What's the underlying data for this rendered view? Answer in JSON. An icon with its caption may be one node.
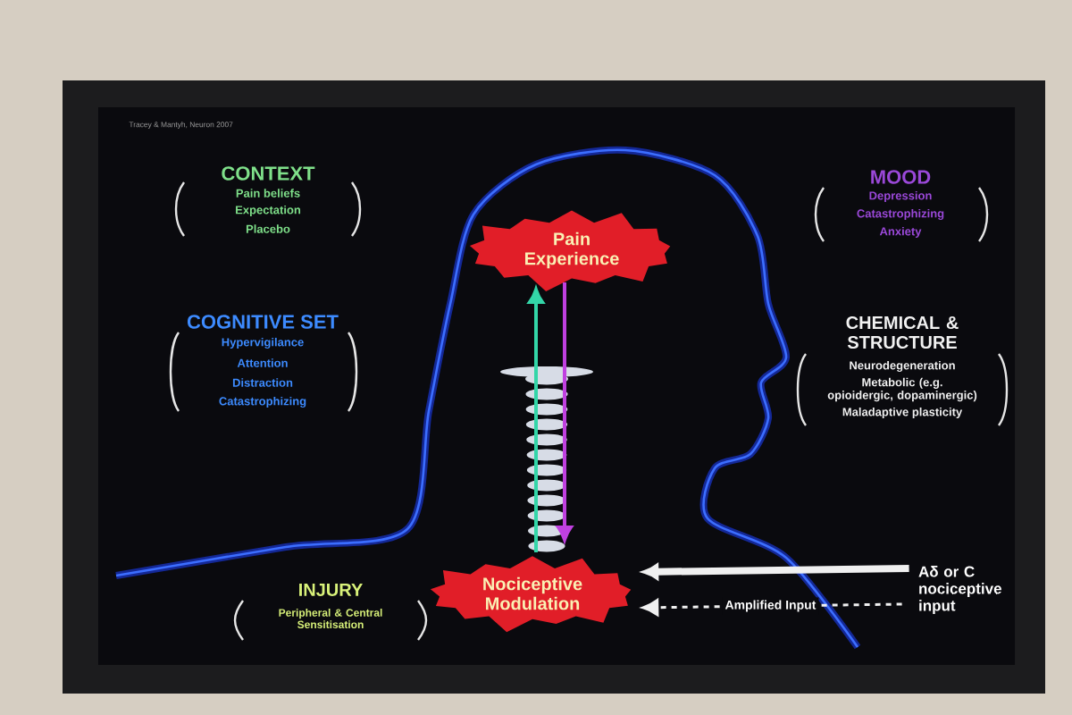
{
  "diagram": {
    "nodes": [
      {
        "text": [
          "Pain Experience"
        ]
      },
      {
        "text": [
          "Nociceptive Modulation"
        ]
      },
      {
        "text": [
          "Aδ or C nociceptive input"
        ]
      }
    ],
    "edges": [
      {
        "from": 1,
        "to": 0,
        "arrow": "to",
        "color": "#33d6a8"
      },
      {
        "from": 0,
        "to": 1,
        "arrow": "to",
        "color": "#c040e0"
      },
      {
        "from": 2,
        "to": 1,
        "arrow": "to",
        "style": "thick",
        "color": "#f0f0f0"
      },
      {
        "from": 2,
        "to": 1,
        "arrow": "to",
        "style": "dashed",
        "color": "#f0f0f0",
        "label": "Amplified Input"
      }
    ],
    "labels": [
      "Tracey & Mantyh, Neuron 2007",
      "CONTEXT",
      "Pain beliefs",
      "Expectation",
      "Placebo",
      "MOOD",
      "Depression",
      "Catastrophizing",
      "Anxiety",
      "COGNITIVE SET",
      "Hypervigilance",
      "Attention",
      "Distraction",
      "Catastrophizing",
      "CHEMICAL & STRUCTURE",
      "Neurodegeneration",
      "Metabolic (e.g. opioidergic, dopaminergic)",
      "Maladaptive plasticity",
      "INJURY",
      "Peripheral & Central Sensitisation"
    ]
  }
}
